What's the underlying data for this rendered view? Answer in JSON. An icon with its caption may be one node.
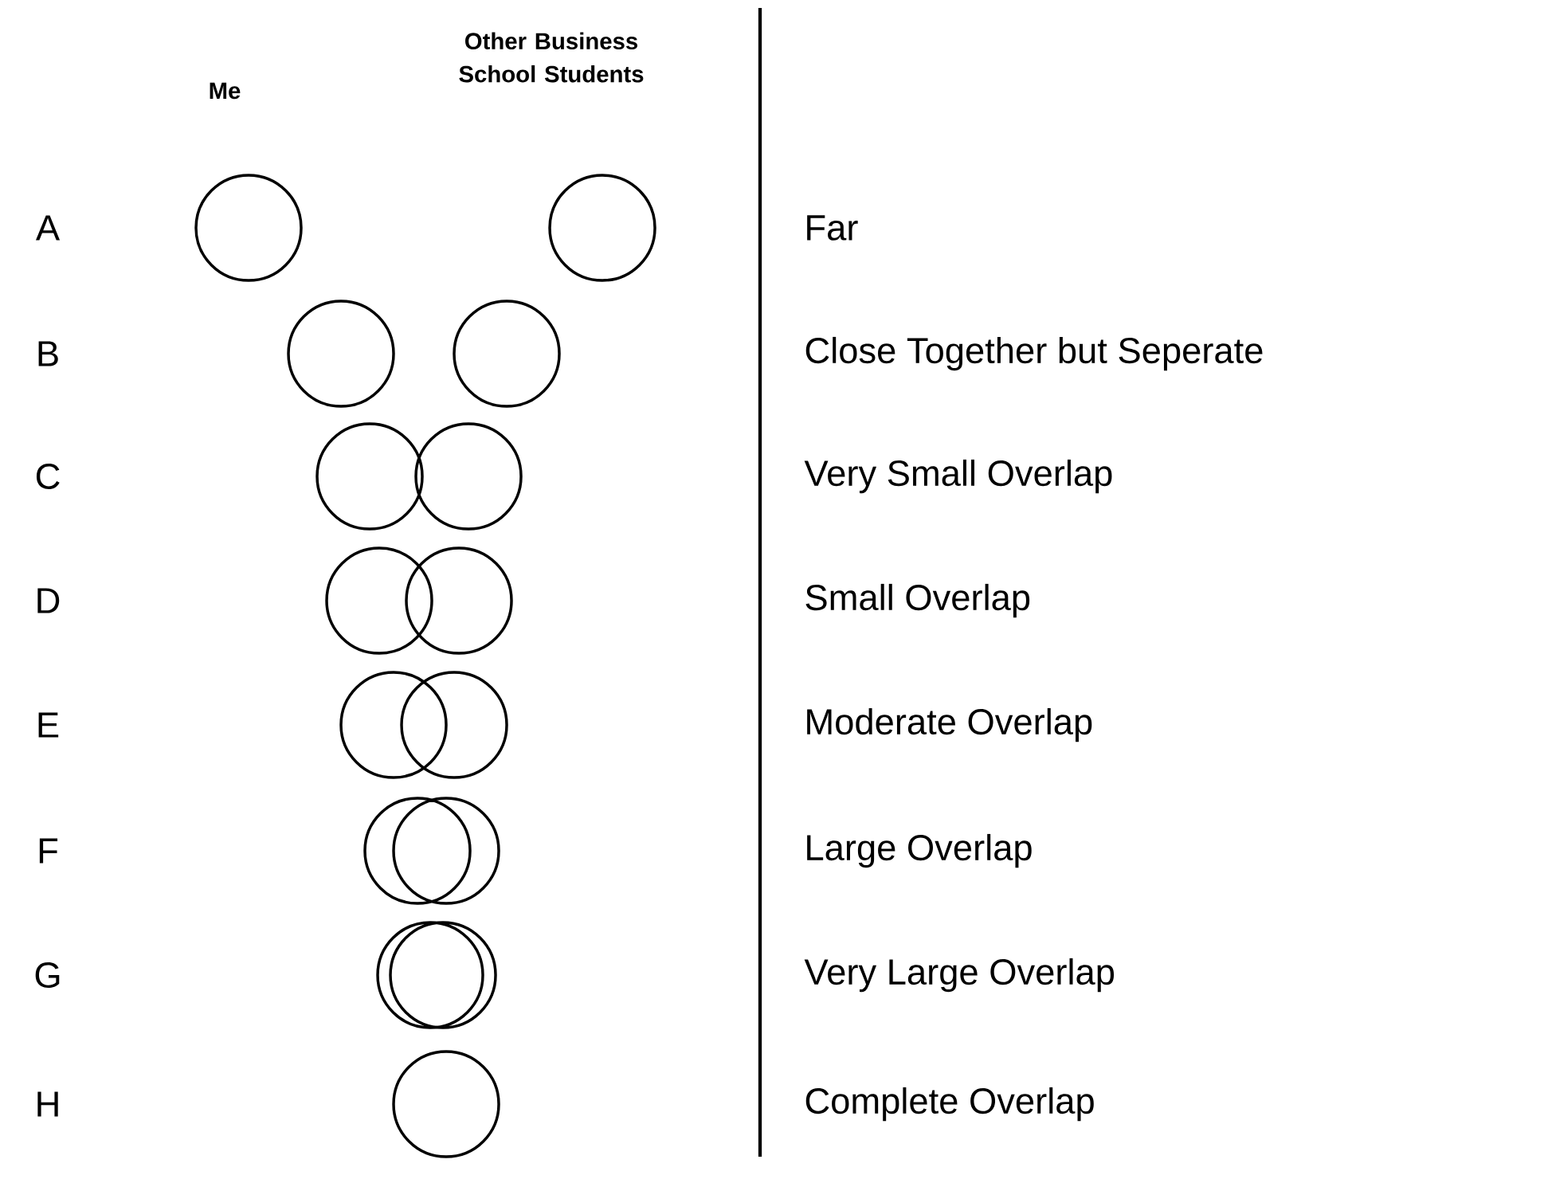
{
  "diagram": {
    "labels": [
      "Me",
      "Other Business School Students",
      "A",
      "Far",
      "B",
      "Close Together but Seperate",
      "C",
      "Very Small Overlap",
      "D",
      "Small Overlap",
      "E",
      "Moderate Overlap",
      "F",
      "Large Overlap",
      "G",
      "Very Large Overlap",
      "H",
      "Complete Overlap"
    ]
  }
}
